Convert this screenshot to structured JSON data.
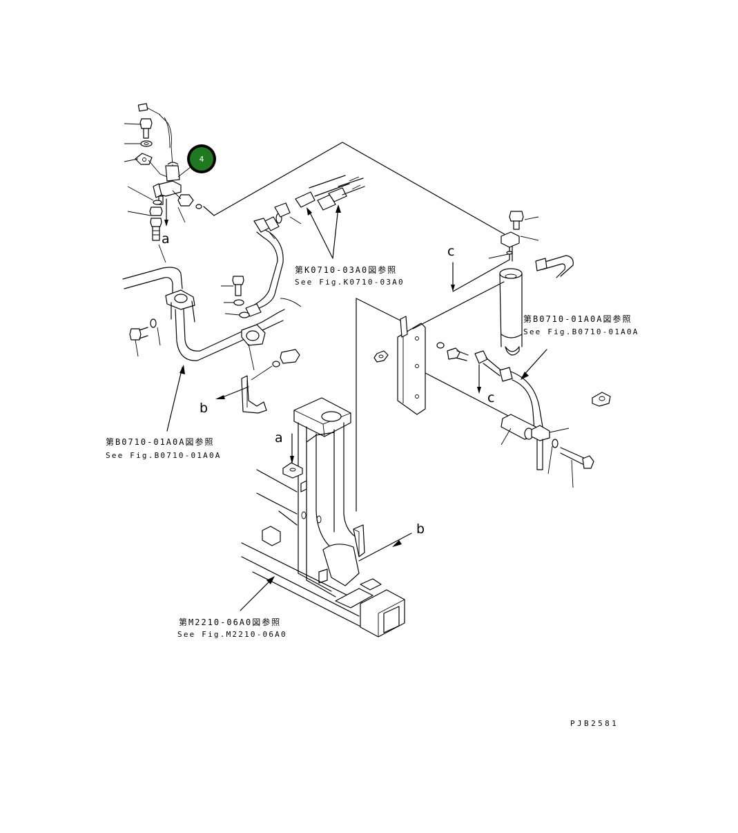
{
  "diagram": {
    "refs": {
      "k0710_jp": "第K0710-03A0図参照",
      "k0710_en": "See Fig.K0710-03A0",
      "b0710_right_jp": "第B0710-01A0A図参照",
      "b0710_right_en": "See Fig.B0710-01A0A",
      "b0710_left_jp": "第B0710-01A0A図参照",
      "b0710_left_en": "See Fig.B0710-01A0A",
      "m2210_jp": "第M2210-06A0図参照",
      "m2210_en": "See Fig.M2210-06A0"
    },
    "letters": {
      "a_top": "a",
      "a_lower": "a",
      "b_left": "b",
      "b_right": "b",
      "c_top": "c",
      "c_lower": "c"
    },
    "callout": {
      "number": "4",
      "color": "#1f7a1f"
    },
    "code": "PJB2581"
  }
}
